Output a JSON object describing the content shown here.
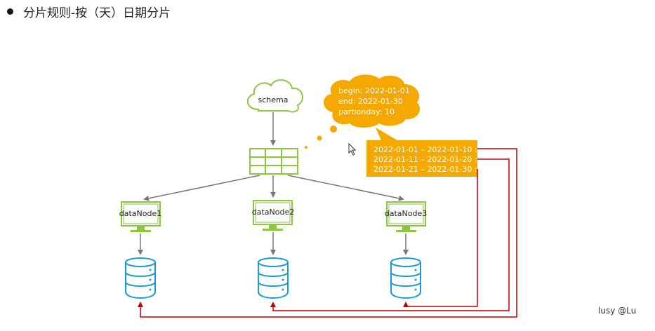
{
  "title": "分片规则-按（天）日期分片",
  "schema_label": "schema",
  "config_cloud": {
    "line1": "begin: 2022-01-01",
    "line2": "end: 2022-01-30",
    "line3": "partionday: 10"
  },
  "mapping_box": {
    "line1": "2022-01-01 – 2022-01-10 : 0",
    "line2": "2022-01-11 – 2022-01-20 : 1",
    "line3": "2022-01-21 – 2022-01-30 : 2"
  },
  "nodes": [
    {
      "label": "dataNode1"
    },
    {
      "label": "dataNode2"
    },
    {
      "label": "dataNode3"
    }
  ],
  "watermark": "lusy @Lu",
  "colors": {
    "green": "#8dc63f",
    "orange": "#f5a800",
    "blue": "#1a9ad6",
    "red": "#c00000",
    "gray_arrow": "#777777"
  }
}
